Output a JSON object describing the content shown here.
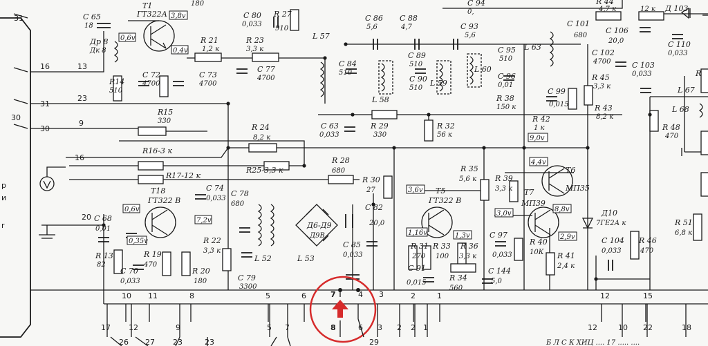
{
  "highlight": {
    "color": "#d62b2b",
    "pin_top": "7",
    "pin_bottom": "8"
  },
  "edge_labels": [
    "31",
    "16",
    "31",
    "30",
    "р",
    "и",
    "r"
  ],
  "left_pins": [
    "13",
    "23",
    "9",
    "16",
    "20"
  ],
  "bottom_pins": {
    "lower": [
      "17",
      "12",
      "9",
      "5",
      "7",
      "8",
      "6",
      "3",
      "2",
      "2",
      "1",
      "12",
      "10",
      "22",
      "18"
    ],
    "upper": [
      "10",
      "11",
      "8",
      "5",
      "6",
      "7",
      "4",
      "3",
      "2",
      "1",
      "12",
      "15"
    ],
    "partial": [
      "26",
      "27",
      "23",
      "23",
      "29"
    ]
  },
  "components": {
    "c65": {
      "name": "С 65",
      "v1": "18"
    },
    "dr8": {
      "name": "Др 8",
      "v1": "Дк 8"
    },
    "t1": {
      "name": "Т1",
      "type": "ГТ322А",
      "volt": "3,8v"
    },
    "r180": "180",
    "v06a": "0,6v",
    "v04": "0,4v",
    "r14": {
      "name": "R14",
      "v": "510"
    },
    "c72": {
      "name": "С 72",
      "v": "4700"
    },
    "r15": {
      "name": "R15",
      "v": "330"
    },
    "c73": {
      "name": "С 73",
      "v": "4700"
    },
    "r21": {
      "name": "R 21",
      "v": "1,2 к"
    },
    "r23": {
      "name": "R 23",
      "v": "3,3 к"
    },
    "c77": {
      "name": "С 77",
      "v": "4700"
    },
    "c80": {
      "name": "С 80",
      "v": "0,033"
    },
    "r27": {
      "name": "R 27",
      "v": "910"
    },
    "l57": "L 57",
    "c84": {
      "name": "С 84",
      "v": "510"
    },
    "c86": {
      "name": "С 86",
      "v": "5,6"
    },
    "c88": {
      "name": "С 88",
      "v": "4,7"
    },
    "c89": {
      "name": "С 89",
      "v": "510"
    },
    "c90": {
      "name": "С 90",
      "v": "510"
    },
    "c93": {
      "name": "С 93",
      "v": "5,6"
    },
    "l58": "L 58",
    "l59": "L 59",
    "l60": "L 60",
    "c95": {
      "name": "С 95",
      "v": "510"
    },
    "c96": {
      "name": "С 96",
      "v": "0,01"
    },
    "c99": {
      "name": "С 99",
      "v": "0,015"
    },
    "r38": {
      "name": "R 38",
      "v": "150 к"
    },
    "l63": "L 63",
    "c101": {
      "name": "С 101",
      "v": "680"
    },
    "c102": {
      "name": "С 102",
      "v": "4700"
    },
    "r45": {
      "name": "R 45",
      "v": "3,3 к"
    },
    "r43": {
      "name": "R 43",
      "v": "8,2 к"
    },
    "r42": {
      "name": "R 42",
      "v": "1 к"
    },
    "v90": "9,0v",
    "r44": {
      "name": "R 44",
      "v": "4,7 к"
    },
    "r_12k": "12 к",
    "c106": {
      "name": "С 106",
      "v": "20,0"
    },
    "d103": "Д 103",
    "c110": {
      "name": "С 110",
      "v": "0,033"
    },
    "c103": {
      "name": "С 103",
      "v": "0,033"
    },
    "c94": "С 94",
    "r_v4": "0,",
    "l67": "L 67",
    "l68": "L 68",
    "r48": {
      "name": "R 48",
      "v": "470"
    },
    "r24": {
      "name": "R 24",
      "v": "8,2 к"
    },
    "r16": "R16-3 к",
    "r17": "R17-12 к",
    "r25": "R25-3,3 к",
    "r28": {
      "name": "R 28",
      "v": "680"
    },
    "r29": {
      "name": "R 29",
      "v": "330"
    },
    "r32": {
      "name": "R 32",
      "v": "56 к"
    },
    "c63": {
      "name": "С 63",
      "v": "0,033"
    },
    "r30": {
      "name": "R 30",
      "v": "27"
    },
    "t18": {
      "name": "Т18",
      "type": "ГТ322 В"
    },
    "v06b": "0,6v",
    "v72": "7,2v",
    "v035": "0,35v",
    "c74": {
      "name": "С 74",
      "v": "0,033"
    },
    "c78": {
      "name": "С 78",
      "v": "680"
    },
    "r22": {
      "name": "R 22",
      "v": "3,3 к"
    },
    "l52": "L 52",
    "l53": "L 53",
    "d6": {
      "name": "Д6-Д9",
      "v": "Д9В"
    },
    "c79": {
      "name": "С 79",
      "v": "3300"
    },
    "c68": {
      "name": "С 68",
      "v": "0,01"
    },
    "r13": {
      "name": "R 13",
      "v": "82"
    },
    "c70": {
      "name": "С 70",
      "v": "0,033"
    },
    "r19": {
      "name": "R 19",
      "v": "470"
    },
    "r20": {
      "name": "R 20",
      "v": "180"
    },
    "c82": {
      "name": "С 82",
      "v": "20,0"
    },
    "c85": {
      "name": "С 85",
      "v": "0,033"
    },
    "t5": {
      "name": "Т5",
      "type": "ГТ322 В"
    },
    "v36": "3,6v",
    "v116": "1,16v",
    "v13": "1,3v",
    "r31": {
      "name": "R 31",
      "v": "270"
    },
    "r33": {
      "name": "R 33",
      "v": "100"
    },
    "r36": {
      "name": "R 36",
      "v": "3,3 к"
    },
    "c97": {
      "name": "С 97",
      "v": "0,033"
    },
    "c91": {
      "name": "С 91",
      "v": "0,015"
    },
    "r34": {
      "name": "R 34",
      "v": "560"
    },
    "c144": {
      "name": "С 144",
      "v": "5,0"
    },
    "r35": {
      "name": "R 35",
      "v": "5,6 к"
    },
    "r39": {
      "name": "R 39",
      "v": "3,3 к"
    },
    "t6": {
      "name": "Т6",
      "type": "МП35"
    },
    "v44": "4,4v",
    "t7": {
      "name": "Т7",
      "type": "МП39"
    },
    "v30": "3,0v",
    "v88": "8,8v",
    "v29": "2,9v",
    "r40": {
      "name": "R 40",
      "v": "10К"
    },
    "r41": {
      "name": "R 41",
      "v": "2,4 к"
    },
    "d10": {
      "name": "Д10",
      "v": "7ГЕ2А к"
    },
    "c104": {
      "name": "С 104",
      "v": "0,033"
    },
    "r46": {
      "name": "R 46",
      "v": "470"
    },
    "r51": {
      "name": "R 51",
      "v": "6,8 к"
    },
    "r_right": "R"
  },
  "footer_text": "Б Л С К  ХИЦ  .... 17 ..... ...."
}
